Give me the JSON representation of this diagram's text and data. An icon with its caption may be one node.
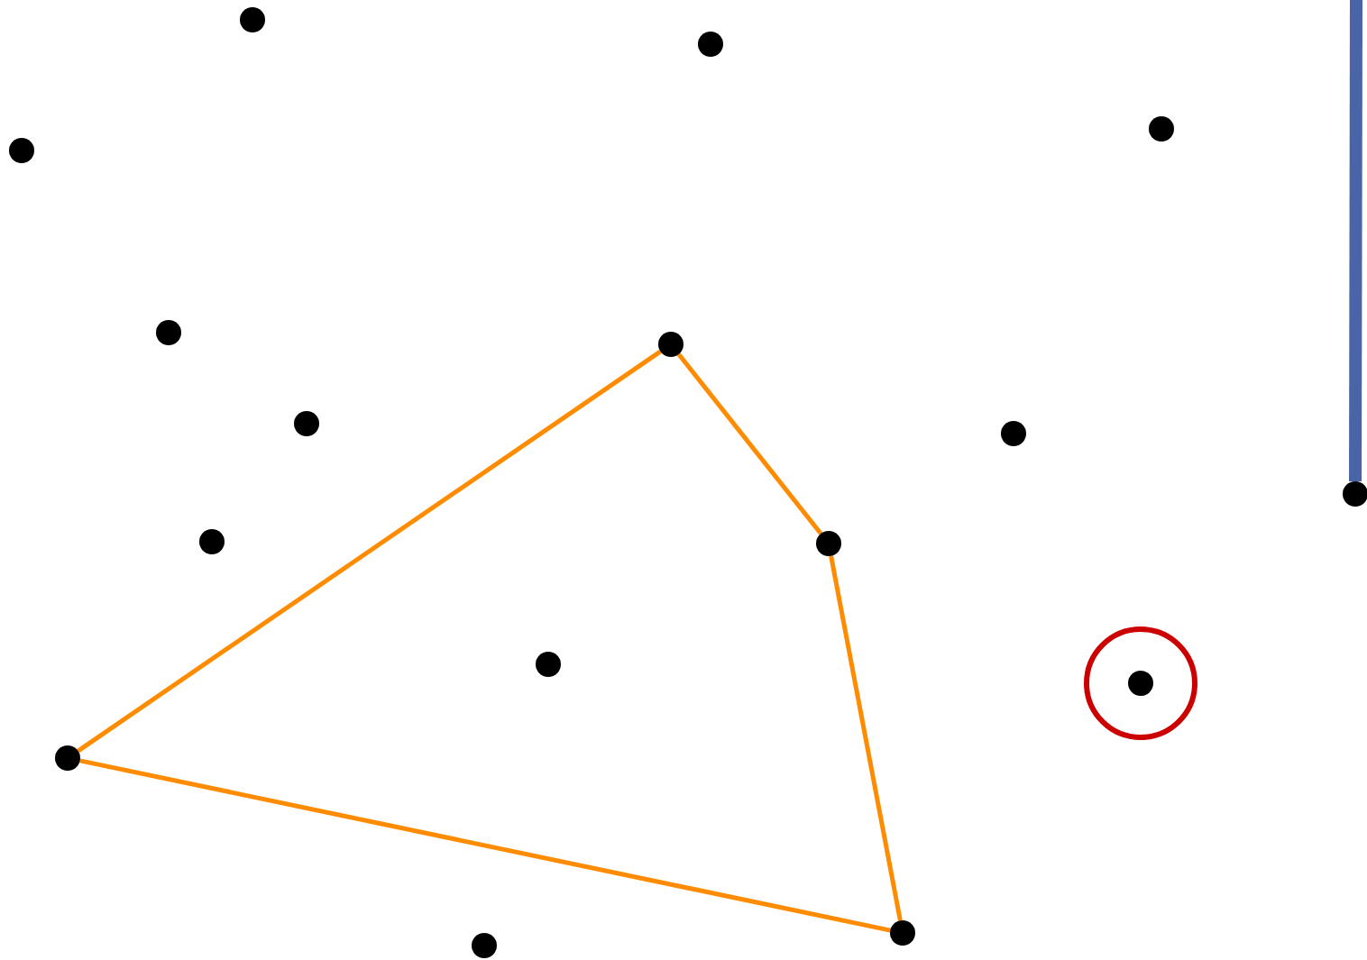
{
  "diagram": {
    "nodes": [
      {
        "text": [],
        "shape": "circle"
      },
      {
        "text": [],
        "shape": "circle"
      },
      {
        "text": [],
        "shape": "circle"
      },
      {
        "text": [],
        "shape": "circle"
      },
      {
        "text": [],
        "shape": "circle"
      },
      {
        "text": [],
        "shape": "circle"
      },
      {
        "text": [],
        "shape": "circle"
      },
      {
        "text": [],
        "shape": "circle"
      },
      {
        "text": [],
        "shape": "circle"
      },
      {
        "text": [],
        "shape": "circle"
      },
      {
        "text": [],
        "shape": "circle"
      },
      {
        "text": [],
        "shape": "circle"
      },
      {
        "text": [],
        "shape": "circle"
      },
      {
        "text": [],
        "shape": "circle",
        "in": 12
      },
      {
        "text": [],
        "shape": "circle"
      },
      {
        "text": [],
        "shape": "circle"
      },
      {
        "text": [],
        "shape": "circle"
      }
    ],
    "edges": [
      {
        "from": 5,
        "to": 10,
        "arrow": "none"
      },
      {
        "from": 10,
        "to": 15,
        "arrow": "none"
      },
      {
        "from": 15,
        "to": 14,
        "arrow": "none"
      },
      {
        "from": 14,
        "to": 5,
        "arrow": "none"
      },
      {
        "from": null,
        "to": 8,
        "arrow": "none",
        "style": "thick",
        "color": "#4a64a8"
      }
    ]
  }
}
